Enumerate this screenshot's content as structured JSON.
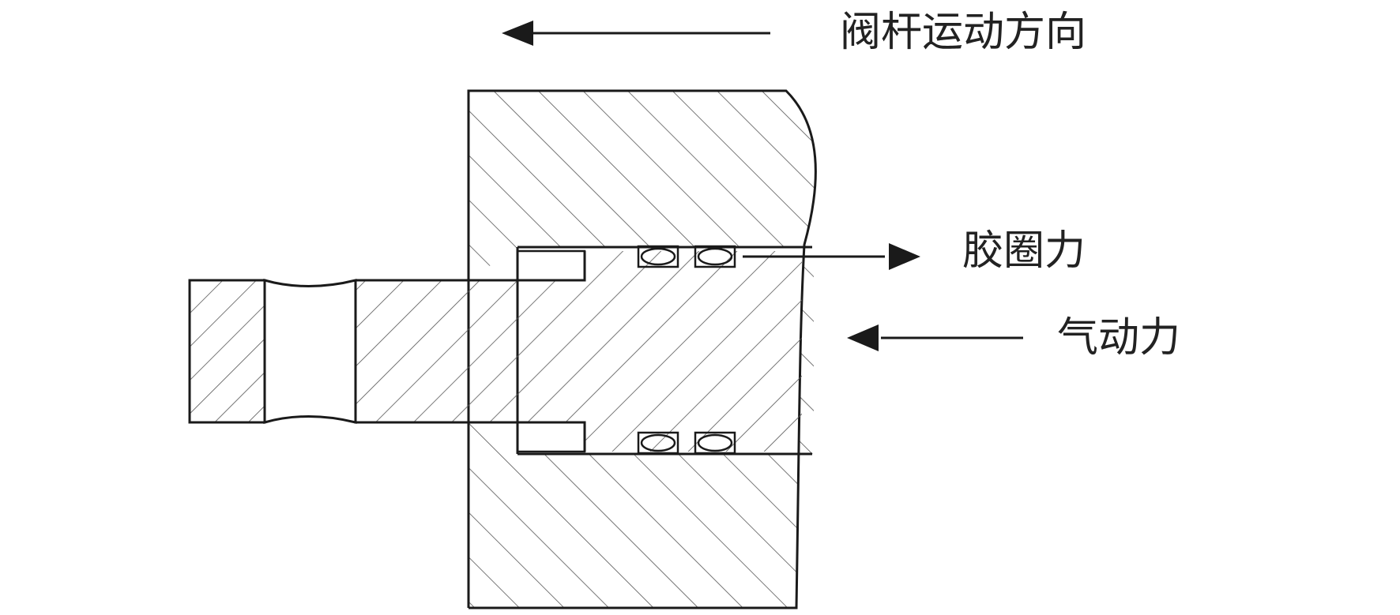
{
  "labels": {
    "motion_direction": "阀杆运动方向",
    "seal_force": "胶圈力",
    "pneumatic_force": "气动力"
  },
  "colors": {
    "line": "#1a1a1a",
    "hatch": "#555555",
    "background": "#ffffff"
  }
}
